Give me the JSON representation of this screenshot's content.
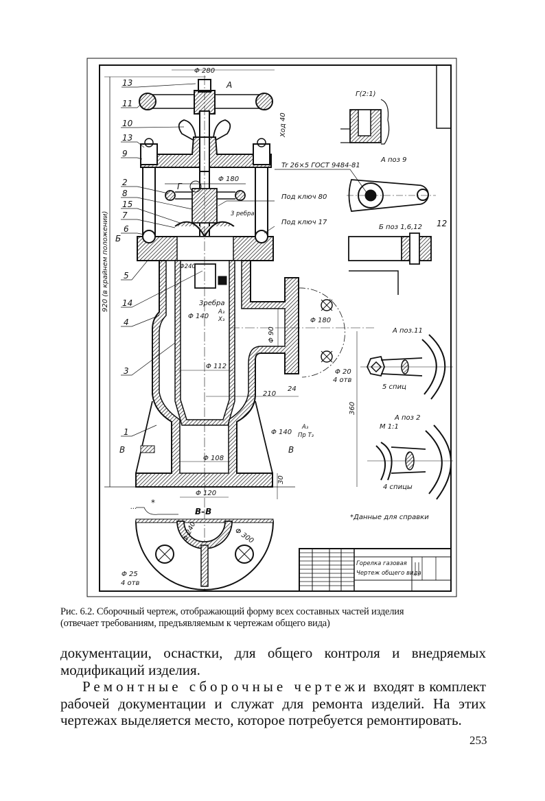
{
  "drawing": {
    "positions": [
      "13",
      "11",
      "10",
      "13",
      "9",
      "2",
      "8",
      "15",
      "7",
      "6",
      "5",
      "14",
      "4",
      "3",
      "1"
    ],
    "view_marks": {
      "b_arrow": "Б",
      "v_left": "В",
      "v_right": "В",
      "a_arrow": "А",
      "g_mark": "Г"
    },
    "dimensions": {
      "d280": "Φ 280",
      "stroke": "Ход 40",
      "thread": "Tr 26×5 ГОСТ 9484-81",
      "d180_top": "Φ 180",
      "key80": "Под ключ 80",
      "ribs3_top": "3 ребра",
      "key17": "Под ключ 17",
      "d240_top": "Φ240",
      "ribs3": "3ребра",
      "d140_fit1": "Φ 140",
      "fit1_num": "A₃",
      "fit1_den": "X₃",
      "d180_flange": "Φ 180",
      "d90": "Φ 90",
      "d112": "Φ 112",
      "d20": "Φ 20",
      "holes4": "4 отв",
      "d210": "210",
      "d24": "24",
      "d360": "360",
      "d140_fit2": "Φ 140",
      "fit2_num": "A₃",
      "fit2_den": "Пр T₃",
      "d108": "Φ 108",
      "d30": "30",
      "d120": "Φ 120",
      "star": "*",
      "dots": "...",
      "d920": "920 (в крайнем положении)",
      "section": "В–В",
      "d240": "Φ 240",
      "d300": "Φ 300",
      "d25": "Φ 25",
      "holes4b": "4 отв"
    },
    "views": {
      "detail_g": "Г(2:1)",
      "view_a9": "А поз 9",
      "view_b": "Б поз 1,6,12",
      "pos12": "12",
      "view_a11": "А поз.11",
      "spokes5": "5 спиц",
      "view_a2": "А поз 2",
      "scale": "М 1:1",
      "spokes4": "4 спицы",
      "note": "*Данные для справки"
    },
    "title_block": {
      "line1": "Горелка газовая",
      "line2": "Чертеж общего вида"
    }
  },
  "caption": {
    "line1": "Рис. 6.2. Сборочный чертеж, отображающий форму всех составных частей изделия",
    "line2": "(отвечает требованиям, предъявляемым к чертежам общего вида)"
  },
  "body": {
    "p1": "документации, оснастки, для общего контроля и внедряемых модификаций изделия.",
    "p2_term": "Ремонтные сборочные чертежи",
    "p2_rest": " входят в комплект рабочей документации и служат для ремонта изделий. На этих чертежах выделяется место, которое потребуется ремонтировать."
  },
  "page_number": "253"
}
